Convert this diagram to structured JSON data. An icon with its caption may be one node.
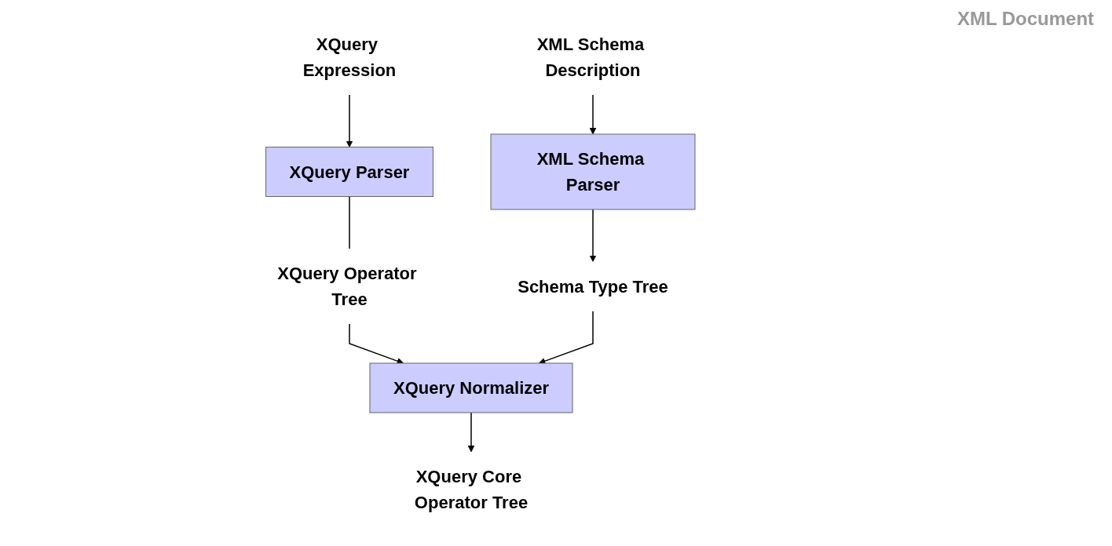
{
  "diagram": {
    "nodes": [
      {
        "text": [
          "XQuery Expression"
        ]
      },
      {
        "text": [
          "XQuery Parser"
        ]
      },
      {
        "text": [
          "XQuery Operator Tree"
        ]
      },
      {
        "text": [
          "XQuery Normalizer"
        ]
      },
      {
        "text": [
          "XQuery Core Operator Tree"
        ]
      },
      {
        "text": [
          "XML Schema Description"
        ]
      },
      {
        "text": [
          "XML Schema Parser"
        ]
      },
      {
        "text": [
          "Schema Type Tree"
        ]
      }
    ],
    "edges": [
      {
        "from": 0,
        "to": 1,
        "arrow": "to"
      },
      {
        "from": 1,
        "to": 2,
        "arrow": "none"
      },
      {
        "from": 2,
        "to": 3,
        "arrow": "to"
      },
      {
        "from": 3,
        "to": 4,
        "arrow": "to"
      },
      {
        "from": 5,
        "to": 6,
        "arrow": "to"
      },
      {
        "from": 6,
        "to": 7,
        "arrow": "to"
      },
      {
        "from": 7,
        "to": 3,
        "arrow": "to"
      }
    ],
    "labels": [
      "XML Document"
    ]
  }
}
